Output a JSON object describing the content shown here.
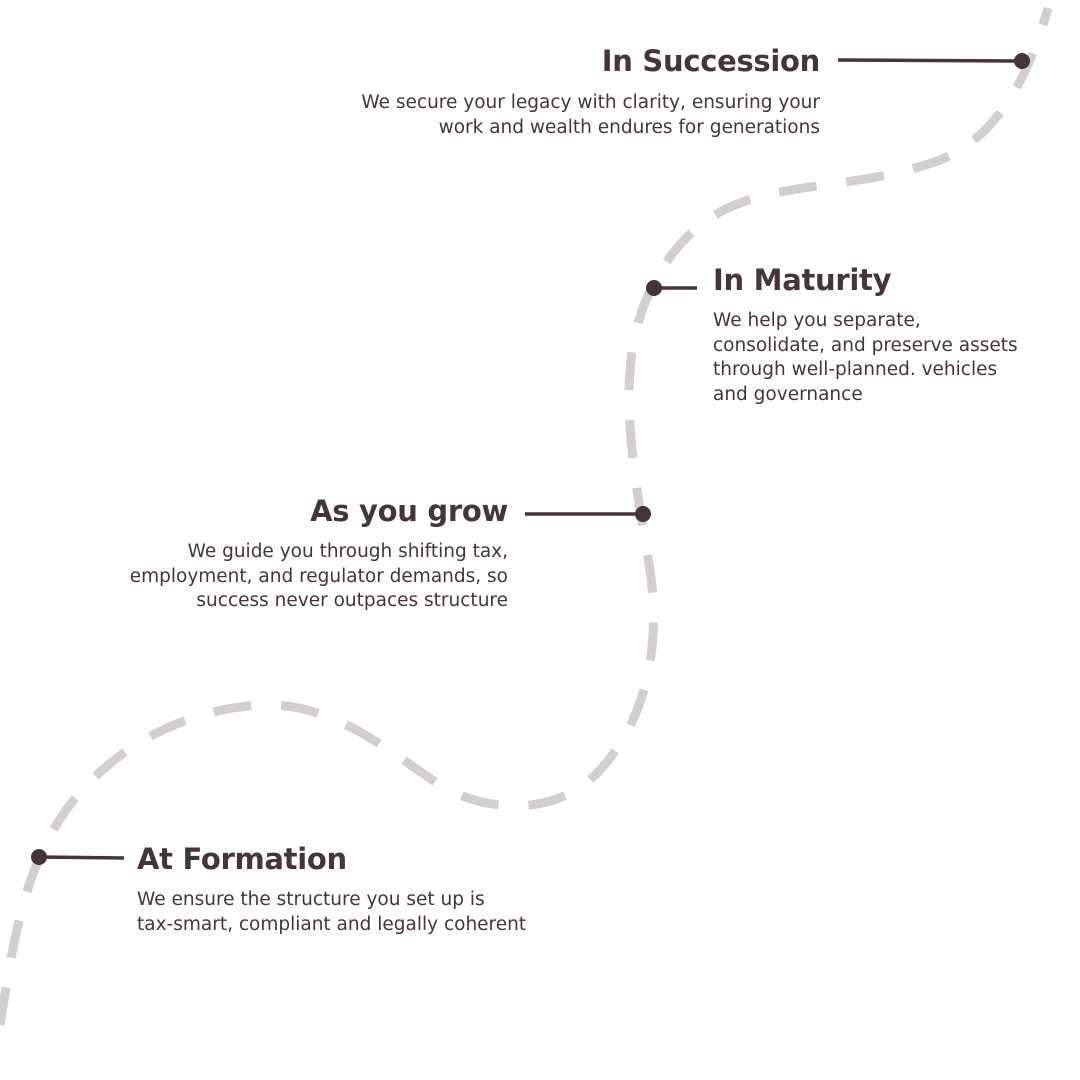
{
  "colors": {
    "text": "#45343a",
    "path": "#d3cfcf",
    "connector": "#45343a"
  },
  "stages": [
    {
      "title": "In Succession",
      "description": "We secure your legacy with clarity, ensuring your\nwork and wealth endures for generations"
    },
    {
      "title": "In Maturity",
      "description": "We help you separate,\nconsolidate, and preserve assets\nthrough well-planned. vehicles\nand governance"
    },
    {
      "title": "As you grow",
      "description": "We guide you through shifting tax,\nemployment, and regulator demands, so\nsuccess never outpaces structure"
    },
    {
      "title": "At Formation",
      "description": "We ensure the structure you set up is\ntax-smart, compliant and legally coherent"
    }
  ]
}
